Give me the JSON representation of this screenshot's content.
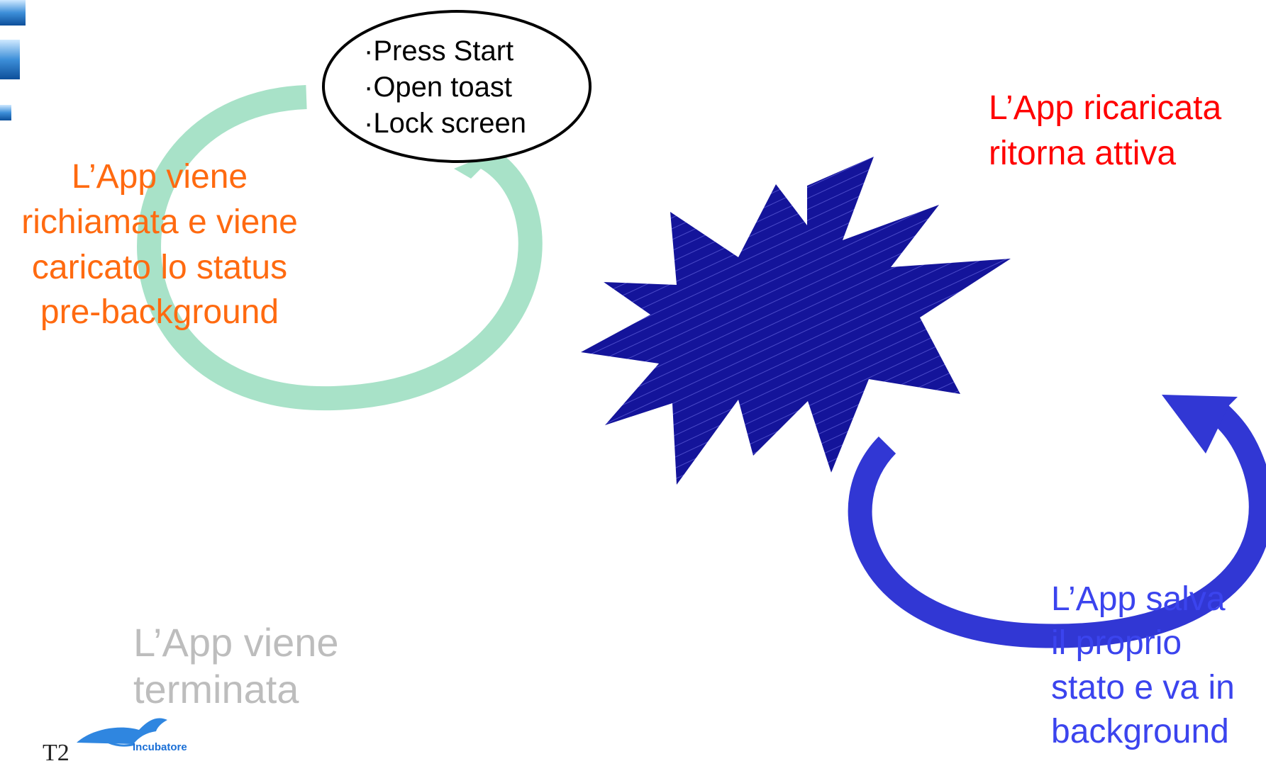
{
  "oval": {
    "items": [
      "·Press Start",
      "·Open toast",
      "·Lock screen"
    ]
  },
  "labels": {
    "recalled": [
      "L’App viene",
      "richiamata e viene",
      "caricato lo status",
      "pre-background"
    ],
    "reloaded": [
      "L’App ricaricata",
      "ritorna attiva"
    ],
    "terminated": [
      "L’App viene",
      "terminata"
    ],
    "saves": [
      "L’App salva",
      "il proprio",
      "stato e va in",
      "background"
    ]
  },
  "logo": {
    "mark": "T2",
    "text": "Incubatore"
  },
  "colors": {
    "recalled_text": "#ff6a10",
    "reloaded_text": "#ff0000",
    "terminated_text": "#bdbdbd",
    "saves_text": "#3b44ee",
    "green_arrow": "#a8e2c8",
    "blue_arrow": "#3137d4",
    "starburst": "#14149a"
  }
}
